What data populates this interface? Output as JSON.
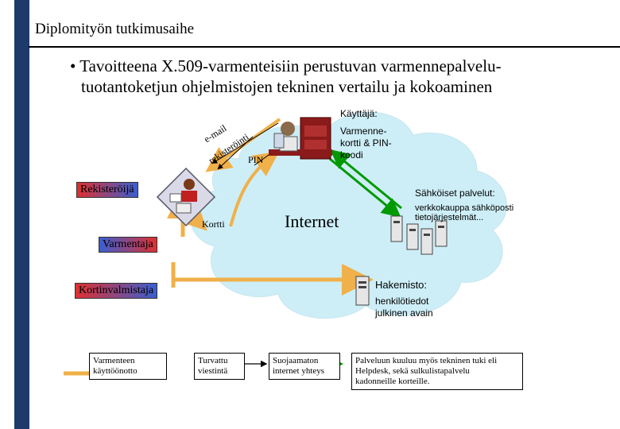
{
  "slide": {
    "title": "Diplomityön tutkimusaihe",
    "bullet_line1": "• Tavoitteena X.509-varmenteisiin perustuvan  varmennepalvelu-",
    "bullet_line2": "tuotantoketjun ohjelmistojen tekninen vertailu ja kokoaminen"
  },
  "diagram": {
    "cloud_label": "Internet",
    "user": {
      "label": "Käyttäjä:",
      "detail_line1": "Varmenne-",
      "detail_line2": "kortti  & PIN-",
      "detail_line3": "koodi"
    },
    "email_label": "e-mail",
    "registration_label": "rekisteröinti",
    "pin_label": "PIN",
    "registrar_label": "Rekisteröijä",
    "card_label": "Kortti",
    "ca_label": "Varmentaja",
    "card_maker_label": "Kortinvalmistaja",
    "services": {
      "label": "Sähköiset palvelut:",
      "detail_line1": "verkkokauppa sähköposti",
      "detail_line2": "tietojärjestelmät..."
    },
    "directory": {
      "label": "Hakemisto:",
      "detail_line1": "henkilötiedot",
      "detail_line2": "julkinen avain"
    }
  },
  "legend": {
    "cert_deployment_line1": "Varmenteen",
    "cert_deployment_line2": "käyttöönotto",
    "secure_msg_line1": "Turvattu",
    "secure_msg_line2": "viestintä",
    "insecure_line1": "Suojaamaton",
    "insecure_line2": "internet yhteys",
    "note_line1": "Palveluun kuuluu myös tekninen tuki eli",
    "note_line2": "Helpdesk, sekä sulkulistapalvelu",
    "note_line3": "kadonneille korteille."
  },
  "colors": {
    "sidebar": "#1c3b6a",
    "cloud": "#cdeef7",
    "orange_arrow": "#f0b04a",
    "green_arrow": "#009900",
    "label_gradient_start": "#3a5fd0",
    "label_gradient_end": "#e03030"
  }
}
